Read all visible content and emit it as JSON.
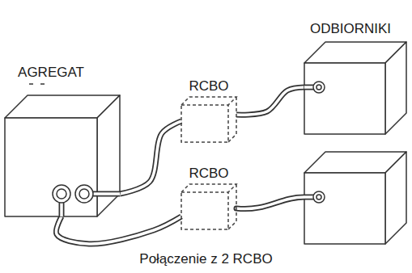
{
  "diagram": {
    "caption": "Połączenie z 2 RCBO",
    "nodes": [
      {
        "text": [
          "AGREGAT"
        ]
      },
      {
        "text": [
          "RCBO"
        ]
      },
      {
        "text": [
          "RCBO"
        ]
      },
      {
        "text": [
          "ODBIORNIKI"
        ]
      }
    ],
    "edges": [
      {
        "from": 0,
        "to": 1,
        "arrow": "none"
      },
      {
        "from": 1,
        "to": 3,
        "arrow": "none"
      },
      {
        "from": 0,
        "to": 2,
        "arrow": "none"
      }
    ]
  }
}
